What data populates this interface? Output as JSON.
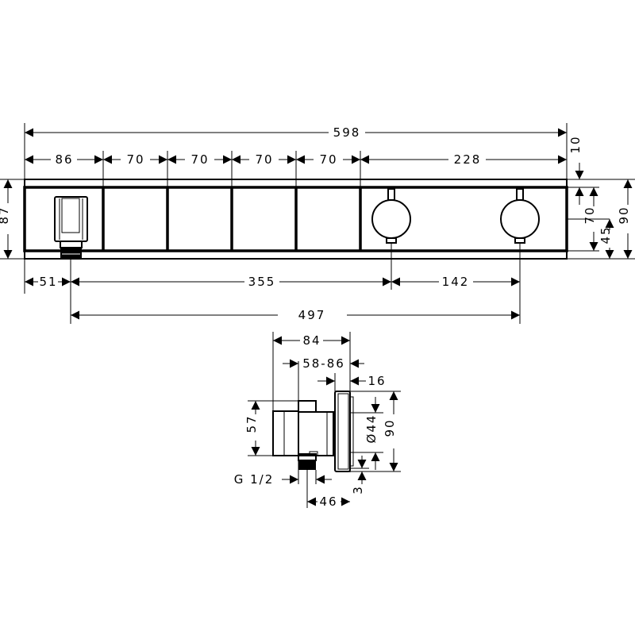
{
  "drawing": {
    "title": "Thermostat module technical drawing (front and side view)",
    "units": "mm",
    "stroke_color": "#000000",
    "background": "#ffffff"
  },
  "front_view": {
    "overall_width": "598",
    "segments": [
      "86",
      "70",
      "70",
      "70",
      "70",
      "228"
    ],
    "height_left": "87",
    "right_dims": {
      "top_offset": "10",
      "inner_height": "70",
      "knob_center": "45",
      "total_height": "90"
    },
    "bottom_dims": {
      "outlet_offset": "51",
      "outlet_to_knob1": "355",
      "knob1_to_knob2": "142",
      "outlet_to_knob2": "497"
    },
    "components": {
      "hose_outlet": "hose-connection-outlet",
      "buttons": 4,
      "knobs": 2
    }
  },
  "side_view": {
    "depth_total": "84",
    "wall_depth_range": "58-86",
    "plate_thickness": "16",
    "body_height": "57",
    "knob_diameter": "Ø44",
    "plate_height": "90",
    "bottom_offset": "3",
    "thread_label": "G 1/2",
    "outlet_distance": "46"
  }
}
